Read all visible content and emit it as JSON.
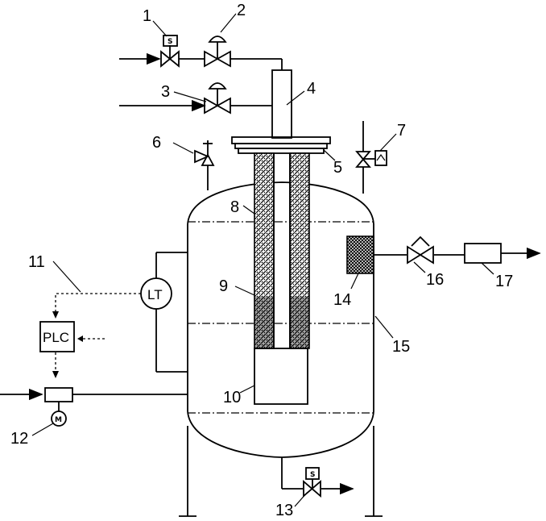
{
  "labels": {
    "l1": "1",
    "l2": "2",
    "l3": "3",
    "l4": "4",
    "l5": "5",
    "l6": "6",
    "l7": "7",
    "l8": "8",
    "l9": "9",
    "l10": "10",
    "l11": "11",
    "l12": "12",
    "l13": "13",
    "l14": "14",
    "l15": "15",
    "l16": "16",
    "l17": "17"
  },
  "instruments": {
    "level_transmitter": "LT",
    "controller": "PLC",
    "solenoid_1": "S",
    "solenoid_13": "S",
    "motor": "M"
  }
}
